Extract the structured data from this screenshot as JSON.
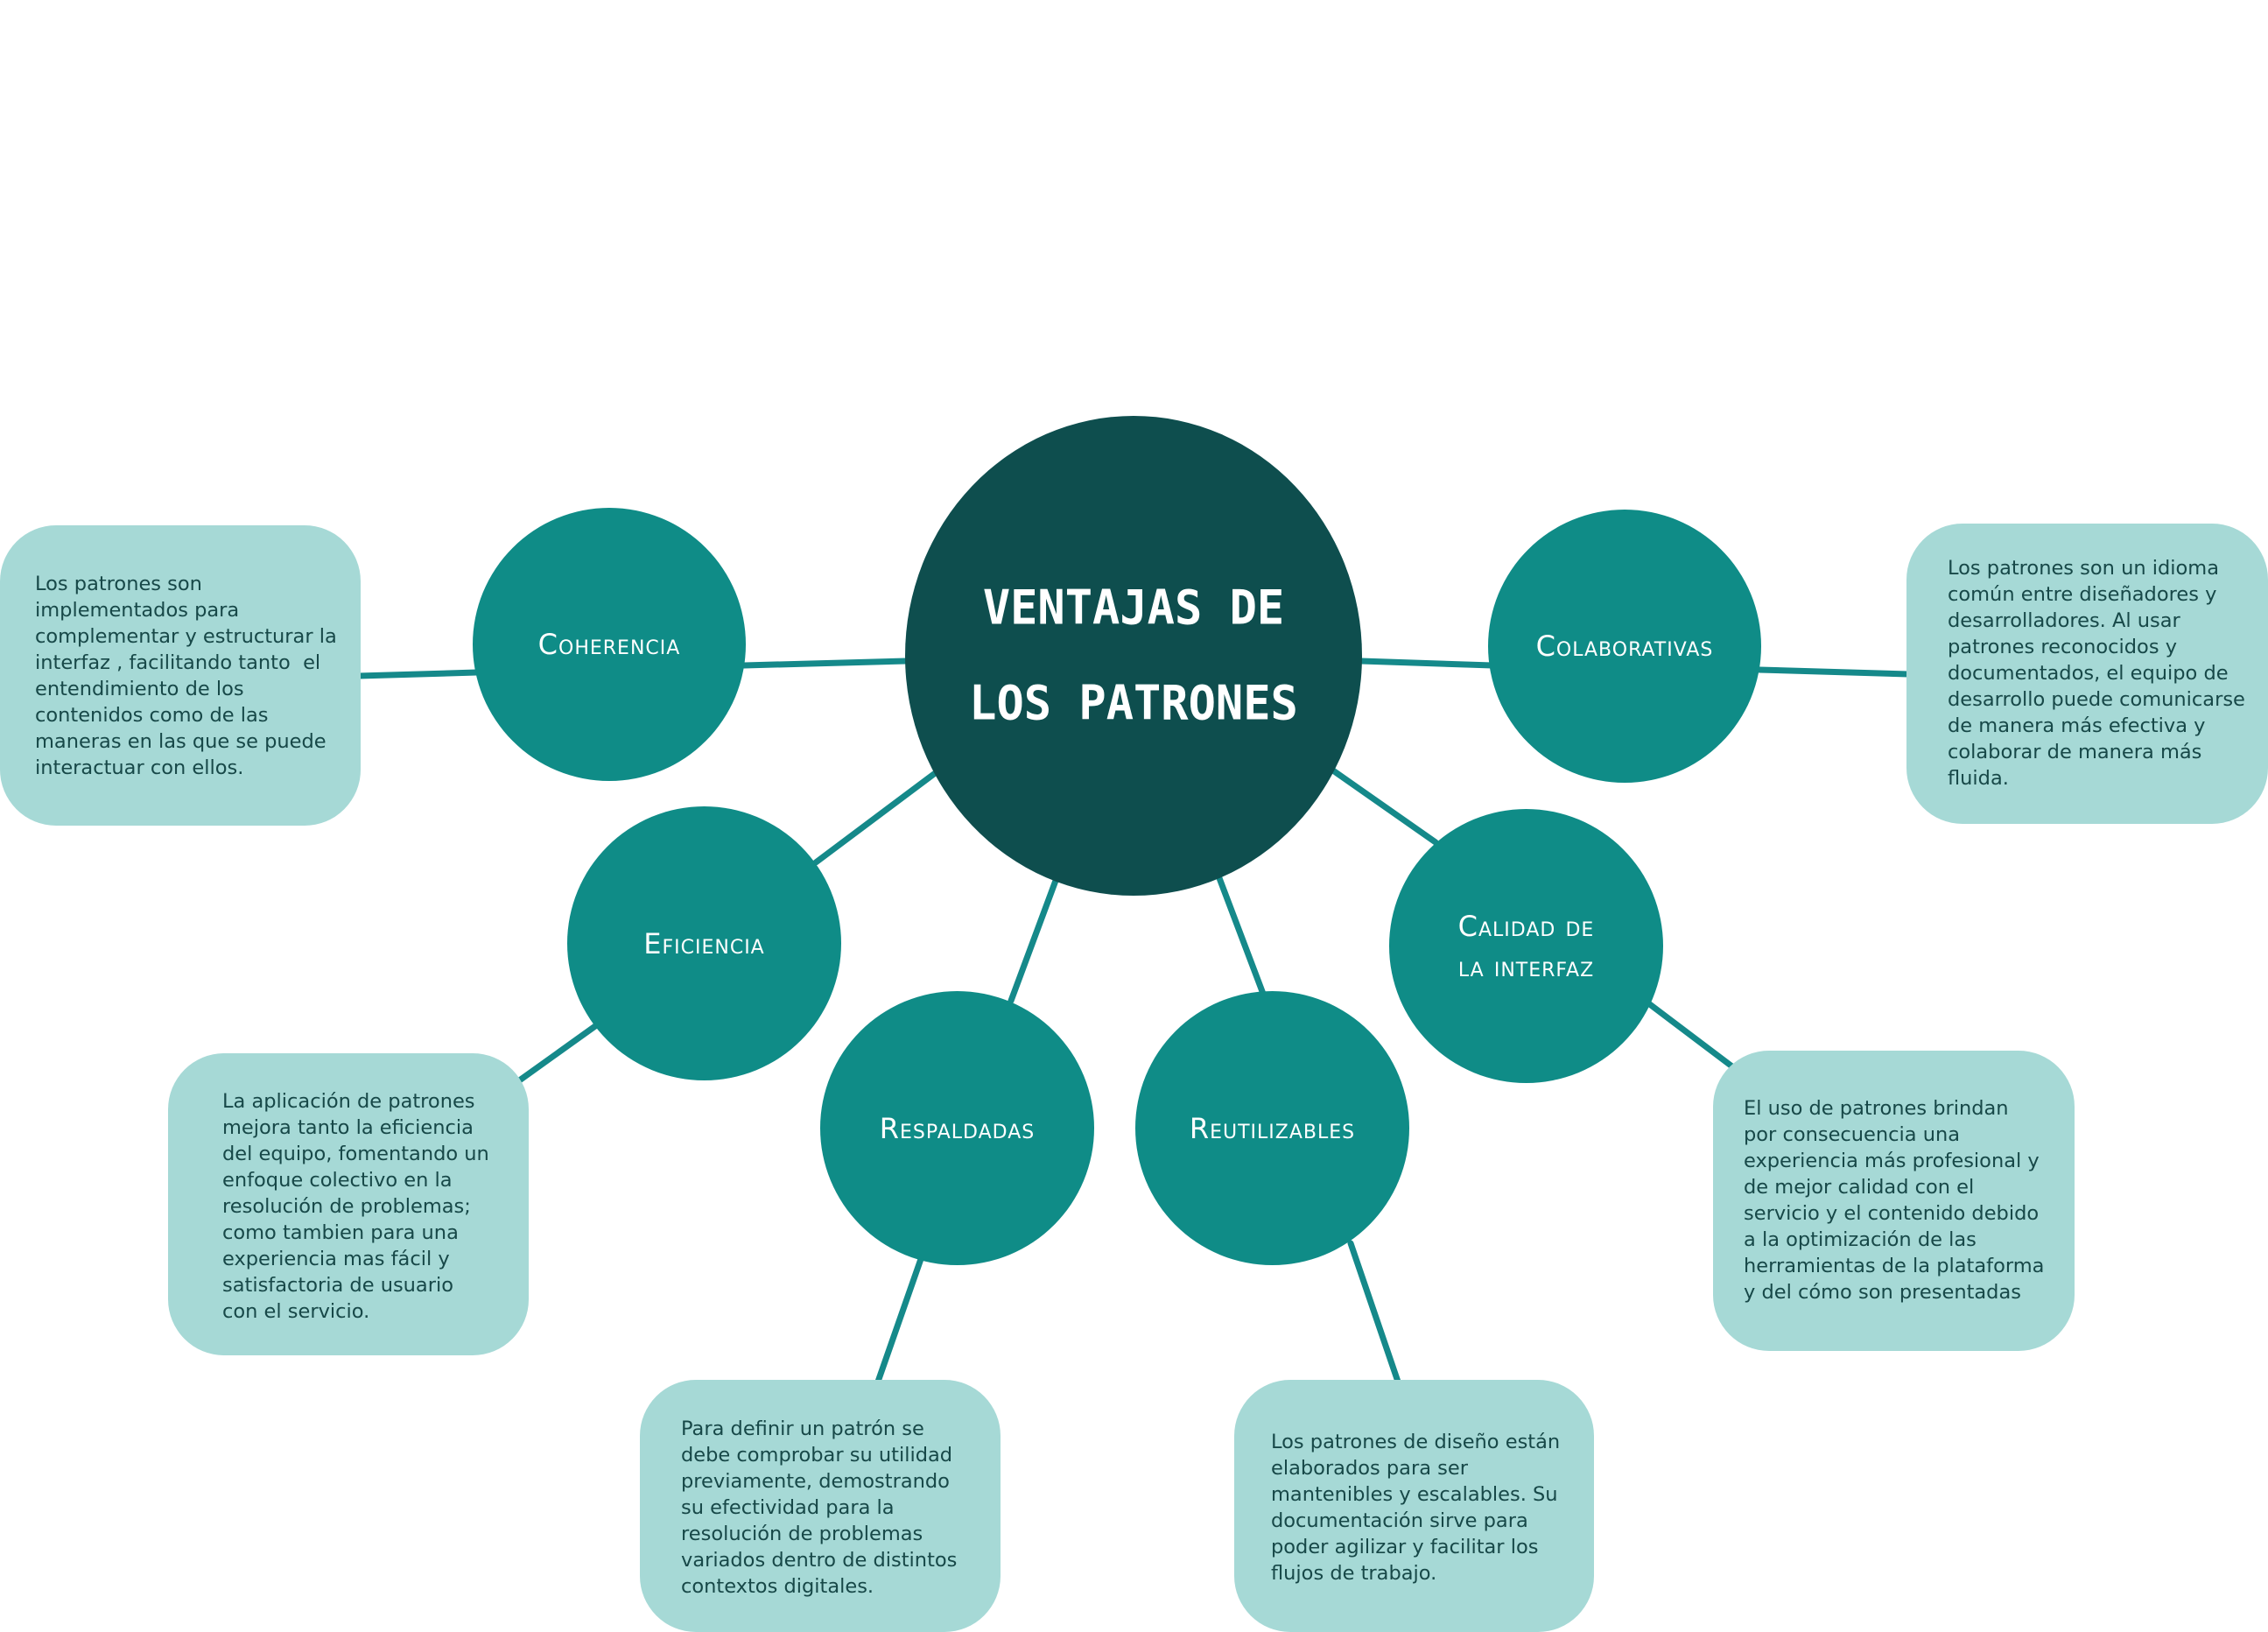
{
  "center": {
    "line1": "VENTAJAS DE",
    "line2": "LOS PATRONES"
  },
  "nodes": {
    "coherencia": "Coherencia",
    "colaborativas": "Colaborativas",
    "eficiencia": "Eficiencia",
    "calidad_line1": "Calidad de",
    "calidad_line2": "la interfaz",
    "respaldadas": "Respaldadas",
    "reutilizables": "Reutilizables"
  },
  "notes": {
    "coherencia": [
      "Los patrones son",
      "implementados para",
      "complementar y estructurar la",
      "interfaz , facilitando tanto  el",
      "entendimiento de los",
      "contenidos como de las",
      "maneras en las que se puede",
      "interactuar con ellos."
    ],
    "colaborativas": [
      "Los patrones son un idioma",
      "común entre diseñadores y",
      "desarrolladores. Al usar",
      "patrones reconocidos y",
      "documentados, el equipo de",
      "desarrollo puede comunicarse",
      "de manera más efectiva y",
      "colaborar de manera más",
      "fluida."
    ],
    "eficiencia": [
      "La aplicación de patrones",
      "mejora tanto la eficiencia",
      "del equipo, fomentando un",
      "enfoque colectivo en la",
      "resolución de problemas;",
      "como tambien para una",
      "experiencia mas fácil y",
      "satisfactoria de usuario",
      "con el servicio."
    ],
    "calidad": [
      "El uso de patrones brindan",
      "por consecuencia una",
      "experiencia más profesional y",
      "de mejor calidad con el",
      "servicio y el contenido debido",
      "a la optimización de las",
      "herramientas de la plataforma",
      "y del cómo son presentadas"
    ],
    "respaldadas": [
      "Para definir un patrón se",
      "debe comprobar su utilidad",
      "previamente, demostrando",
      "su efectividad para la",
      "resolución de problemas",
      "variados dentro de distintos",
      "contextos digitales."
    ],
    "reutilizables": [
      "Los patrones de diseño están",
      "elaborados para ser",
      "mantenibles y escalables. Su",
      "documentación sirve para",
      "poder agilizar y facilitar los",
      "flujos de trabajo."
    ]
  },
  "colors": {
    "center_fill": "#0e4e4e",
    "node_fill": "#0f8c87",
    "note_fill": "#a6d9d6",
    "connector": "#15898a",
    "note_text": "#174848"
  }
}
